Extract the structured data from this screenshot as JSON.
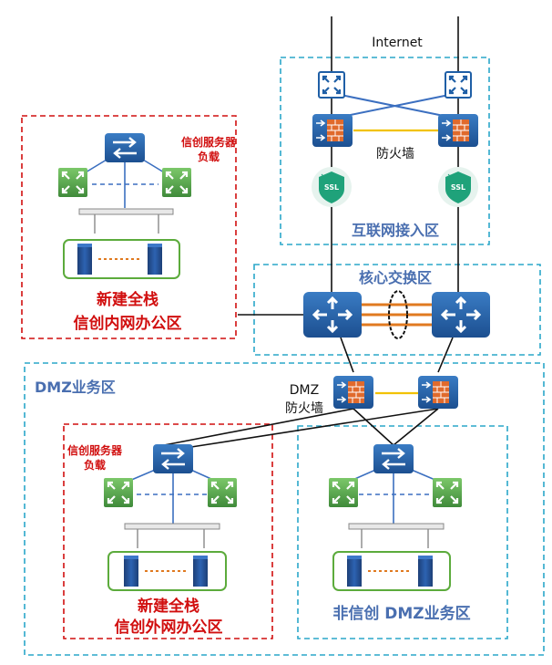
{
  "labels": {
    "internet": "Internet",
    "firewall": "防火墙",
    "internet_zone": "互联网接入区",
    "core_zone": "核心交换区",
    "dmz_zone": "DMZ业务区",
    "dmz_firewall_1": "DMZ",
    "dmz_firewall_2": "防火墙",
    "lb_top_1": "信创服务器",
    "lb_top_2": "负载",
    "intranet_1": "新建全栈",
    "intranet_2": "信创内网办公区",
    "lb_bottom_1": "信创服务器",
    "lb_bottom_2": "负载",
    "extranet_1": "新建全栈",
    "extranet_2": "信创外网办公区",
    "non_xc_zone": "非信创 DMZ业务区",
    "ssl": "SSL"
  },
  "colors": {
    "device_blue": "#1f5fa6",
    "zone_cyan": "#2aa7c9",
    "zone_red": "#d10f0f",
    "server_frame_green": "#5cab3c",
    "link_yellow": "#f2c200",
    "link_orange": "#e07a20",
    "firewall_brick": "#e06a2c"
  }
}
